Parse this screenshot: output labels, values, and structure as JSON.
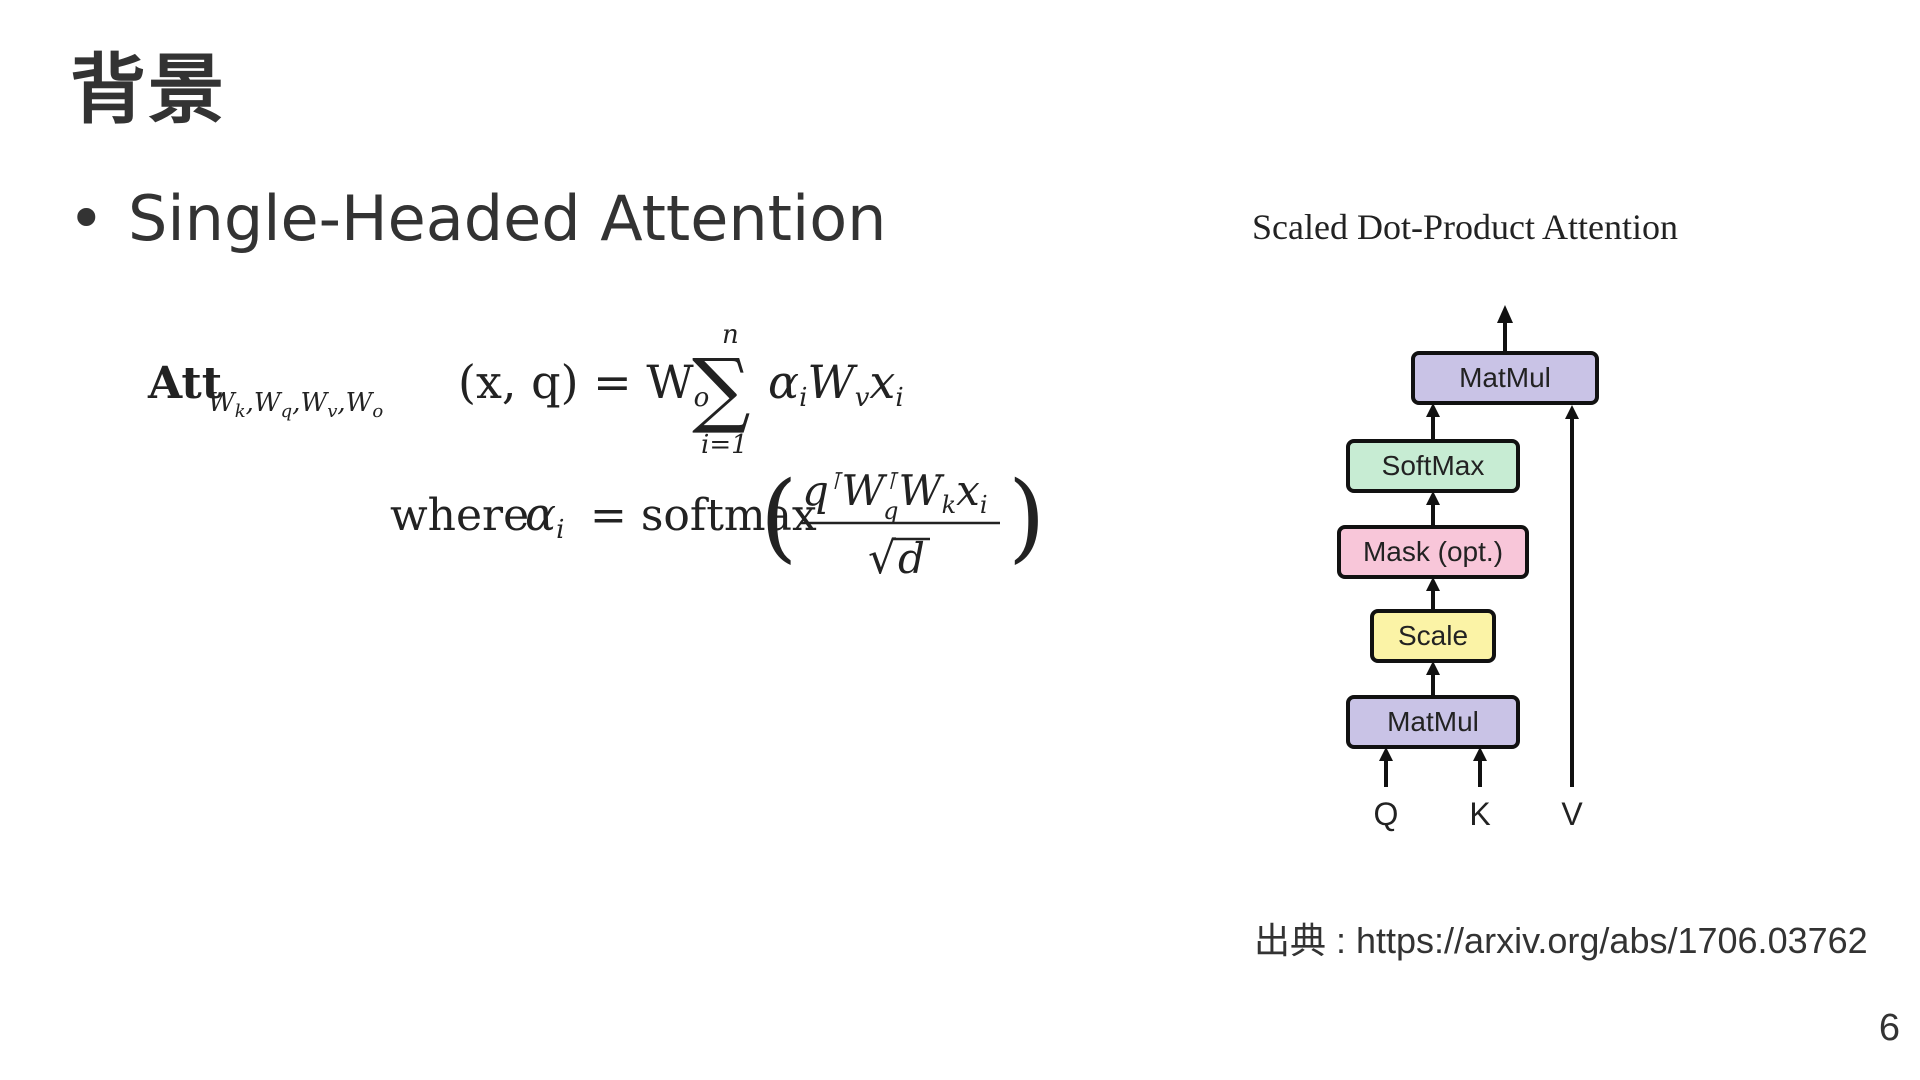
{
  "slide": {
    "title": "背景",
    "bullet": "Single-Headed Attention",
    "source": "出典 : https://arxiv.org/abs/1706.03762",
    "page_number": "6"
  },
  "formula": {
    "line1": {
      "att": "Att",
      "subscript": "W",
      "lhs_args": "(x, q) = W",
      "sum_upper": "n",
      "sum_lower": "i=1",
      "rhs": "α",
      "rhs_tail": "W"
    },
    "line2": {
      "where": "where",
      "alpha": "α",
      "equals_softmax": "= softmax",
      "numerator": "q",
      "denominator": "d"
    }
  },
  "diagram": {
    "title": "Scaled Dot-Product Attention",
    "blocks": {
      "matmul_top": "MatMul",
      "softmax": "SoftMax",
      "mask": "Mask (opt.)",
      "scale": "Scale",
      "matmul_bottom": "MatMul"
    },
    "inputs": {
      "q": "Q",
      "k": "K",
      "v": "V"
    },
    "colors": {
      "matmul": "#c9c3e6",
      "softmax": "#c7ecd3",
      "mask": "#f8c6d9",
      "scale": "#fbf3a6",
      "stroke": "#111111"
    }
  }
}
